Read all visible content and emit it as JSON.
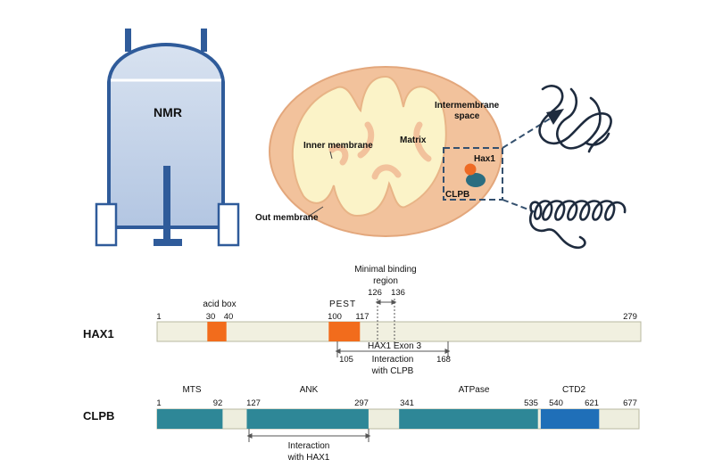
{
  "nmr": {
    "label": "NMR"
  },
  "mitochondrion": {
    "intermembrane_space": [
      "Intermembrane",
      "space"
    ],
    "inner_membrane": "Inner membrane",
    "matrix": "Matrix",
    "out_membrane": "Out membrane",
    "hax1": "Hax1",
    "clpb": "CLPB"
  },
  "hax1_domain": {
    "protein": "HAX1",
    "length": 279,
    "numbers": {
      "start": "1",
      "acid_start": "30",
      "acid_end": "40",
      "pest_start": "100",
      "pest_end": "117",
      "end": "279",
      "min_start": "126",
      "min_end": "136",
      "exon_start": "105",
      "exon_end": "168"
    },
    "acid_box": "acid box",
    "pest": "PEST",
    "minimal_binding": [
      "Minimal binding",
      "region"
    ],
    "exon3": "HAX1 Exon 3",
    "interaction": [
      "Interaction",
      "with CLPB"
    ],
    "colors": {
      "bar": "#f1f0e0",
      "highlight": "#f26c1c"
    }
  },
  "clpb_domain": {
    "protein": "CLPB",
    "length": 677,
    "numbers": {
      "start": "1",
      "mts_end": "92",
      "ank_start": "127",
      "ank_end": "297",
      "atp_start": "341",
      "atp_end": "535",
      "ctd_start": "540",
      "ctd_end": "621",
      "end": "677"
    },
    "mts": "MTS",
    "ank": "ANK",
    "atpase": "ATPase",
    "ctd2": "CTD2",
    "interaction": [
      "Interaction",
      "with HAX1"
    ],
    "colors": {
      "teal": "#2e8797",
      "blue": "#1f6fb8",
      "bar": "#eeeede"
    }
  }
}
